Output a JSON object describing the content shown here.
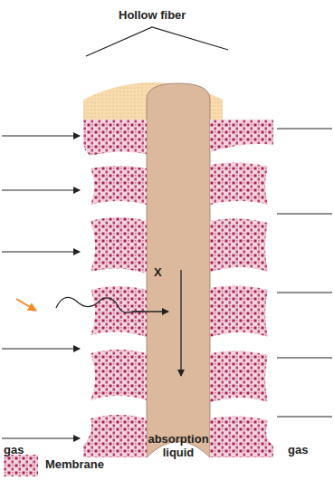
{
  "diagram": {
    "title": "Hollow fiber",
    "labels": [
      "X",
      "gas",
      "absorption liquid",
      "gas"
    ],
    "legend": [
      {
        "text": "Membrane"
      }
    ]
  }
}
